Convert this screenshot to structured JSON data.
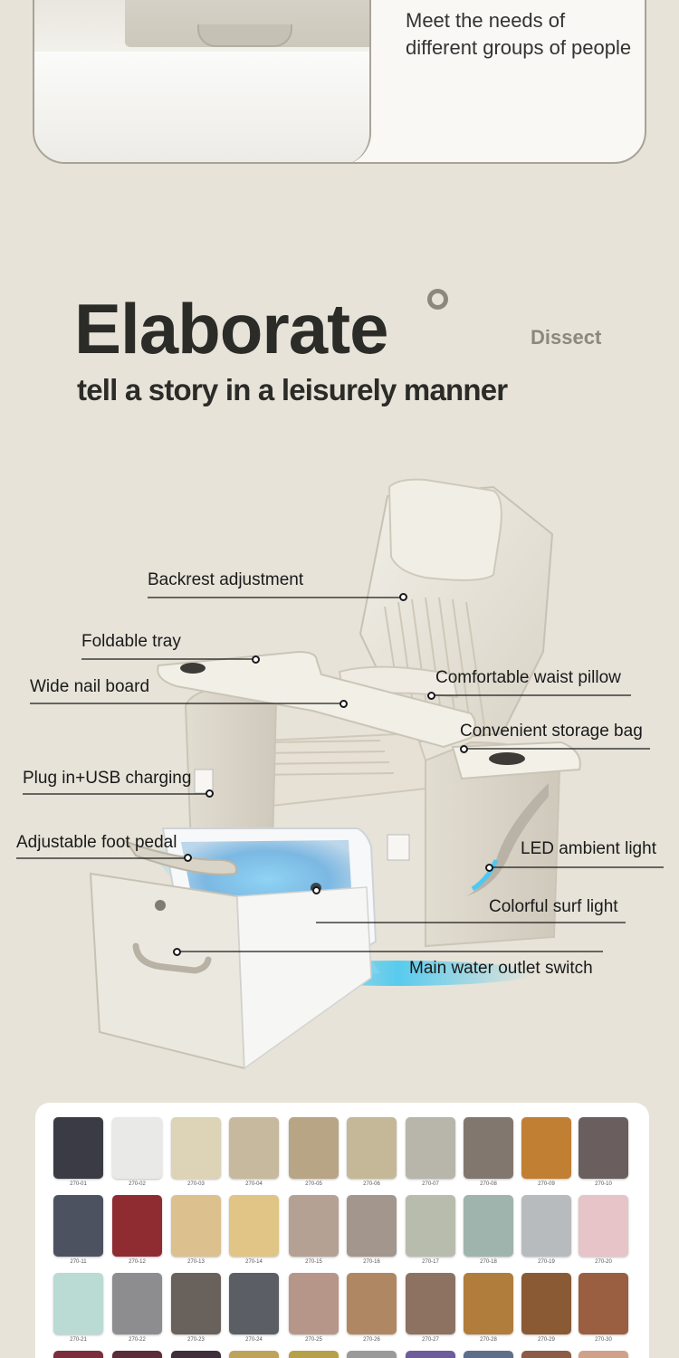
{
  "top_card": {
    "text": "Meet the needs of different groups of people"
  },
  "heading": {
    "title": "Elaborate",
    "tag": "Dissect",
    "subtitle": "tell a story in a leisurely manner"
  },
  "callouts": [
    "Backrest adjustment",
    "Foldable tray",
    "Wide nail board",
    "Plug in+USB charging",
    "Adjustable foot pedal",
    "Comfortable waist pillow",
    "Convenient storage bag",
    "LED ambient light",
    "Colorful surf light",
    "Main water outlet switch"
  ],
  "swatches": [
    {
      "code": "270-01",
      "color": "#3a3b44"
    },
    {
      "code": "270-02",
      "color": "#e9e9e7"
    },
    {
      "code": "270-03",
      "color": "#ddd3b6"
    },
    {
      "code": "270-04",
      "color": "#c7b99e"
    },
    {
      "code": "270-05",
      "color": "#b7a585"
    },
    {
      "code": "270-06",
      "color": "#c4b898"
    },
    {
      "code": "270-07",
      "color": "#b8b5ab"
    },
    {
      "code": "270-08",
      "color": "#82776f"
    },
    {
      "code": "270-09",
      "color": "#c17f34"
    },
    {
      "code": "270-10",
      "color": "#6a5f5e"
    },
    {
      "code": "270-11",
      "color": "#4c5260"
    },
    {
      "code": "270-12",
      "color": "#8f2c31"
    },
    {
      "code": "270-13",
      "color": "#dcc18e"
    },
    {
      "code": "270-14",
      "color": "#e0c586"
    },
    {
      "code": "270-15",
      "color": "#b5a194"
    },
    {
      "code": "270-16",
      "color": "#a3968c"
    },
    {
      "code": "270-17",
      "color": "#b8bcad"
    },
    {
      "code": "270-18",
      "color": "#9fb4ad"
    },
    {
      "code": "270-19",
      "color": "#b8bbbd"
    },
    {
      "code": "270-20",
      "color": "#e6c4c8"
    },
    {
      "code": "270-21",
      "color": "#b9dbd4"
    },
    {
      "code": "270-22",
      "color": "#8d8d8f"
    },
    {
      "code": "270-23",
      "color": "#69615b"
    },
    {
      "code": "270-24",
      "color": "#5b5e64"
    },
    {
      "code": "270-25",
      "color": "#b69689"
    },
    {
      "code": "270-26",
      "color": "#b08763"
    },
    {
      "code": "270-27",
      "color": "#8d7262"
    },
    {
      "code": "270-28",
      "color": "#b07d3c"
    },
    {
      "code": "270-29",
      "color": "#8a5a35"
    },
    {
      "code": "270-30",
      "color": "#9a5e40"
    }
  ],
  "swatch_bottom_row_colors": [
    "#7b2f3c",
    "#5b2c3a",
    "#3f2f3a",
    "#c0a35a",
    "#b6a14a",
    "#9a9a9a",
    "#6e5d9a",
    "#5f6f8a",
    "#8c5c46",
    "#d0a089"
  ]
}
